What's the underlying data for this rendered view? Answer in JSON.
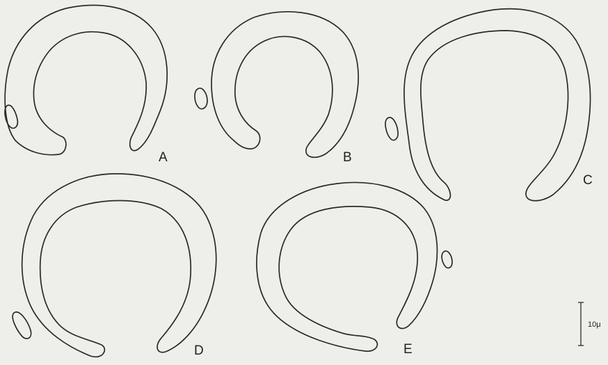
{
  "panels": [
    {
      "label": "A"
    },
    {
      "label": "B"
    },
    {
      "label": "C"
    },
    {
      "label": "D"
    },
    {
      "label": "E"
    }
  ],
  "scale_bar": {
    "label": "10μ"
  }
}
